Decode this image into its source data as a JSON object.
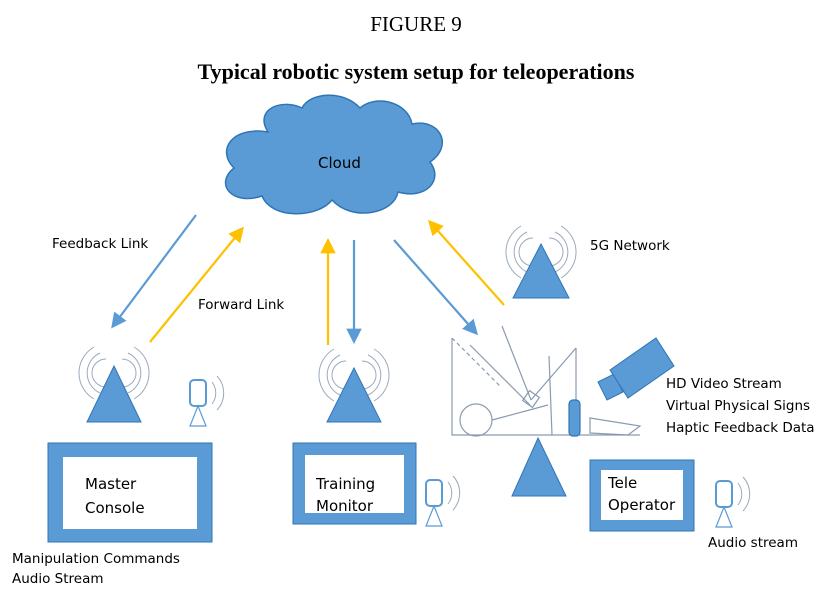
{
  "figure": {
    "number": "FIGURE 9",
    "title": "Typical robotic system setup for teleoperations"
  },
  "nodes": {
    "cloud": "Cloud",
    "master_console": {
      "line1": "Master",
      "line2": "Console"
    },
    "training_monitor": {
      "line1": "Training",
      "line2": "Monitor"
    },
    "tele_operator": {
      "line1": "Tele",
      "line2": "Operator"
    }
  },
  "links": {
    "feedback": "Feedback Link",
    "forward": "Forward Link",
    "network": "5G Network"
  },
  "notes": {
    "master": {
      "line1": "Manipulation Commands",
      "line2": "Audio Stream"
    },
    "robot": {
      "line1": "HD Video Stream",
      "line2": "Virtual Physical Signs",
      "line3": "Haptic Feedback Data"
    },
    "tele": "Audio stream"
  },
  "colors": {
    "blue": "#5b9bd5",
    "blue_dark": "#2e75b6",
    "yellow": "#ffc000",
    "gray": "#8a9bb0"
  }
}
